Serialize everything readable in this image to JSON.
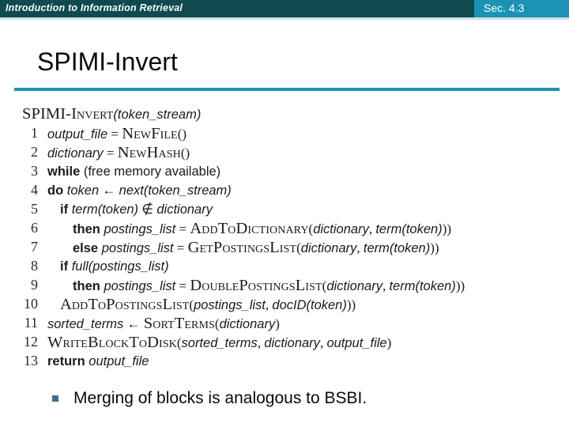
{
  "header": {
    "course_title": "Introduction to Information Retrieval",
    "section_label": "Sec. 4.3",
    "bar_color": "#104A4E",
    "section_block_color": "#1C93B4"
  },
  "slide": {
    "title": "SPIMI-Invert",
    "rule_color": "#1C93B4"
  },
  "algorithm": {
    "signature": {
      "name": "SPIMI-Invert",
      "args": "(token_stream)"
    },
    "lines": [
      {
        "num": "1",
        "indent": 1,
        "tokens": [
          {
            "t": "var",
            "v": "output_file"
          },
          {
            "t": "op",
            "v": " = "
          },
          {
            "t": "sc",
            "v": "NewFile"
          },
          {
            "t": "op",
            "v": "()"
          }
        ]
      },
      {
        "num": "2",
        "indent": 1,
        "tokens": [
          {
            "t": "var",
            "v": "dictionary"
          },
          {
            "t": "op",
            "v": " = "
          },
          {
            "t": "sc",
            "v": "NewHash"
          },
          {
            "t": "op",
            "v": "()"
          }
        ]
      },
      {
        "num": "3",
        "indent": 1,
        "tokens": [
          {
            "t": "kw",
            "v": "while"
          },
          {
            "t": "plain",
            "v": "  (free memory available)"
          }
        ]
      },
      {
        "num": "4",
        "indent": 1,
        "tokens": [
          {
            "t": "kw",
            "v": "do"
          },
          {
            "t": "plain",
            "v": " "
          },
          {
            "t": "var",
            "v": "token"
          },
          {
            "t": "op",
            "v": " ← "
          },
          {
            "t": "var",
            "v": "next(token_stream)"
          }
        ]
      },
      {
        "num": "5",
        "indent": 2,
        "tokens": [
          {
            "t": "kw",
            "v": "if"
          },
          {
            "t": "plain",
            "v": " "
          },
          {
            "t": "var",
            "v": "term(token)"
          },
          {
            "t": "op",
            "v": " ∉ "
          },
          {
            "t": "var",
            "v": "dictionary"
          }
        ]
      },
      {
        "num": "6",
        "indent": 3,
        "tokens": [
          {
            "t": "kw",
            "v": "then"
          },
          {
            "t": "plain",
            "v": " "
          },
          {
            "t": "var",
            "v": "postings_list"
          },
          {
            "t": "op",
            "v": " = "
          },
          {
            "t": "sc",
            "v": "AddToDictionary"
          },
          {
            "t": "op",
            "v": "("
          },
          {
            "t": "var",
            "v": "dictionary"
          },
          {
            "t": "op",
            "v": ", "
          },
          {
            "t": "var",
            "v": "term(token)"
          },
          {
            "t": "op",
            "v": "))"
          }
        ]
      },
      {
        "num": "7",
        "indent": 3,
        "tokens": [
          {
            "t": "kw",
            "v": "else"
          },
          {
            "t": "plain",
            "v": "  "
          },
          {
            "t": "var",
            "v": "postings_list"
          },
          {
            "t": "op",
            "v": " = "
          },
          {
            "t": "sc",
            "v": "GetPostingsList"
          },
          {
            "t": "op",
            "v": "("
          },
          {
            "t": "var",
            "v": "dictionary"
          },
          {
            "t": "op",
            "v": ", "
          },
          {
            "t": "var",
            "v": "term(token)"
          },
          {
            "t": "op",
            "v": "))"
          }
        ]
      },
      {
        "num": "8",
        "indent": 2,
        "tokens": [
          {
            "t": "kw",
            "v": "if"
          },
          {
            "t": "plain",
            "v": " "
          },
          {
            "t": "var",
            "v": "full(postings_list)"
          }
        ]
      },
      {
        "num": "9",
        "indent": 3,
        "tokens": [
          {
            "t": "kw",
            "v": "then"
          },
          {
            "t": "plain",
            "v": " "
          },
          {
            "t": "var",
            "v": "postings_list"
          },
          {
            "t": "op",
            "v": " = "
          },
          {
            "t": "sc",
            "v": "DoublePostingsList"
          },
          {
            "t": "op",
            "v": "("
          },
          {
            "t": "var",
            "v": "dictionary"
          },
          {
            "t": "op",
            "v": ", "
          },
          {
            "t": "var",
            "v": "term(token)"
          },
          {
            "t": "op",
            "v": "))"
          }
        ]
      },
      {
        "num": "10",
        "indent": 2,
        "tokens": [
          {
            "t": "sc",
            "v": "AddToPostingsList"
          },
          {
            "t": "op",
            "v": "("
          },
          {
            "t": "var",
            "v": "postings_list"
          },
          {
            "t": "op",
            "v": ", "
          },
          {
            "t": "var",
            "v": "docID(token)"
          },
          {
            "t": "op",
            "v": "))"
          }
        ]
      },
      {
        "num": "11",
        "indent": 1,
        "tokens": [
          {
            "t": "var",
            "v": "sorted_terms"
          },
          {
            "t": "op",
            "v": " ← "
          },
          {
            "t": "sc",
            "v": "SortTerms"
          },
          {
            "t": "op",
            "v": "("
          },
          {
            "t": "var",
            "v": "dictionary"
          },
          {
            "t": "op",
            "v": ")"
          }
        ]
      },
      {
        "num": "12",
        "indent": 1,
        "tokens": [
          {
            "t": "sc",
            "v": "WriteBlockToDisk"
          },
          {
            "t": "op",
            "v": "("
          },
          {
            "t": "var",
            "v": "sorted_terms"
          },
          {
            "t": "op",
            "v": ", "
          },
          {
            "t": "var",
            "v": "dictionary"
          },
          {
            "t": "op",
            "v": ", "
          },
          {
            "t": "var",
            "v": "output_file"
          },
          {
            "t": "op",
            "v": ")"
          }
        ]
      },
      {
        "num": "13",
        "indent": 1,
        "tokens": [
          {
            "t": "kw",
            "v": "return"
          },
          {
            "t": "plain",
            "v": " "
          },
          {
            "t": "var",
            "v": "output_file"
          }
        ]
      }
    ]
  },
  "body": {
    "bullets": [
      {
        "marker": "square-bullet",
        "marker_color": "#41708C",
        "text": "Merging of blocks is analogous to BSBI."
      }
    ]
  }
}
